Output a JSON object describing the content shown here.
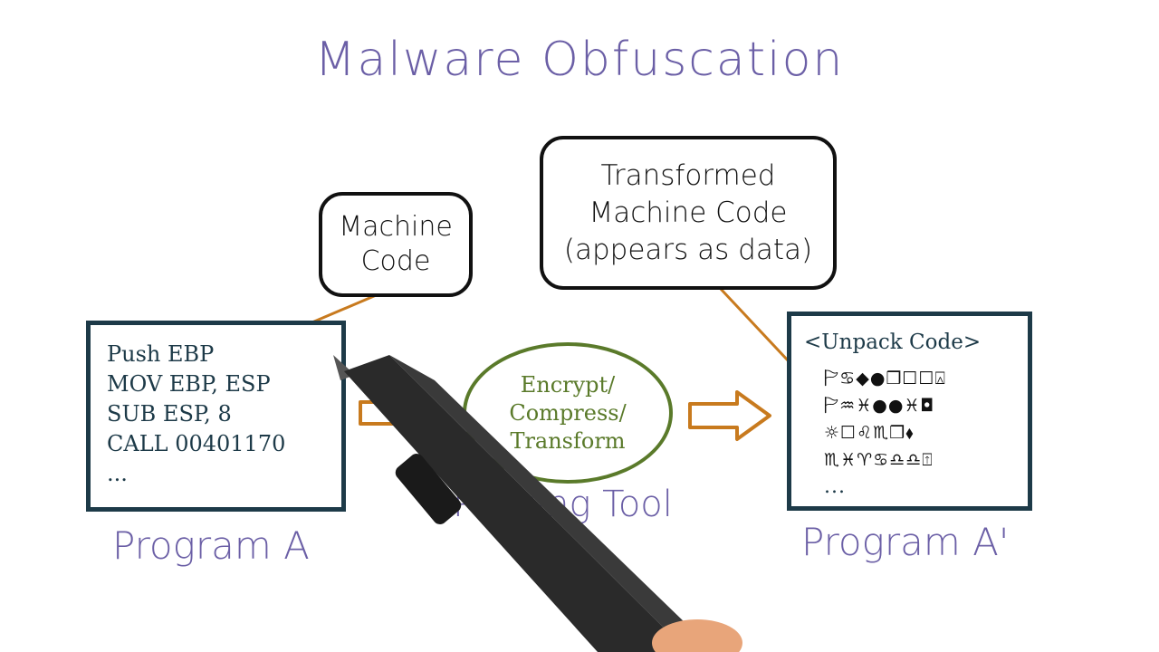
{
  "title": "Malware Obfuscation",
  "callouts": {
    "machine_code": [
      "Machine",
      "Code"
    ],
    "transformed": [
      "Transformed",
      "Machine Code",
      "(appears as data)"
    ]
  },
  "program_a": {
    "lines": [
      "Push EBP",
      "MOV EBP, ESP",
      "SUB ESP, 8",
      "CALL 00401170",
      "..."
    ],
    "caption": "Program A"
  },
  "packer": {
    "lines": [
      "Encrypt/",
      "Compress/",
      "Transform"
    ],
    "caption": "Packing Tool"
  },
  "program_a_prime": {
    "header": "<Unpack Code>",
    "symbol_lines": [
      "🏱♋◆●❒☐☐⍓",
      "🏱♒♓●●♓◘",
      "☼☐♌♏❒⬧",
      "♏♓♈♋♎♎⍐"
    ],
    "ellipsis": "...",
    "caption": "Program A'"
  },
  "colors": {
    "handwriting": "#6b5fa6",
    "box_border": "#1d3a48",
    "oval": "#5a7a2a",
    "arrow": "#c87a1e"
  }
}
